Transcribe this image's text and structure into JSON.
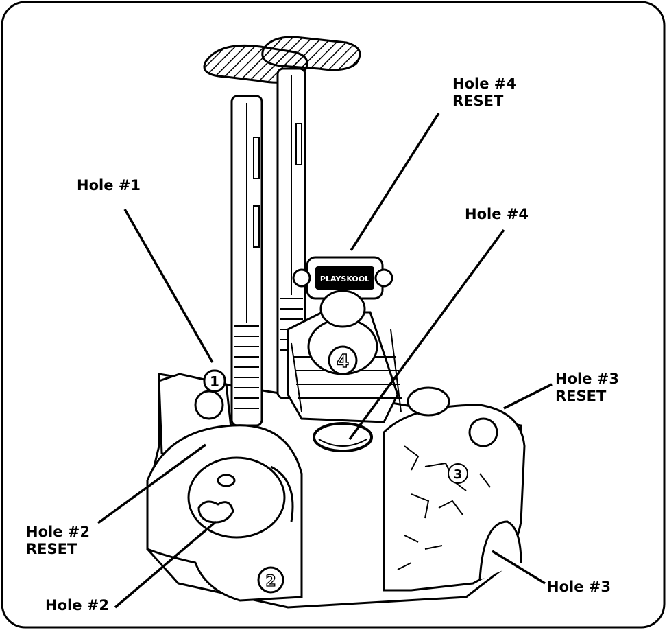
{
  "diagram": {
    "brand_logo": "PLAYSKOOL",
    "hole_markers": [
      "1",
      "2",
      "3",
      "4"
    ],
    "callouts": {
      "hole1": {
        "line1": "Hole #1"
      },
      "hole4_reset": {
        "line1": "Hole #4",
        "line2": "RESET"
      },
      "hole4": {
        "line1": "Hole #4"
      },
      "hole3_reset": {
        "line1": "Hole #3",
        "line2": "RESET"
      },
      "hole2_reset": {
        "line1": "Hole #2",
        "line2": "RESET"
      },
      "hole2": {
        "line1": "Hole #2"
      },
      "hole3": {
        "line1": "Hole #3"
      }
    }
  }
}
